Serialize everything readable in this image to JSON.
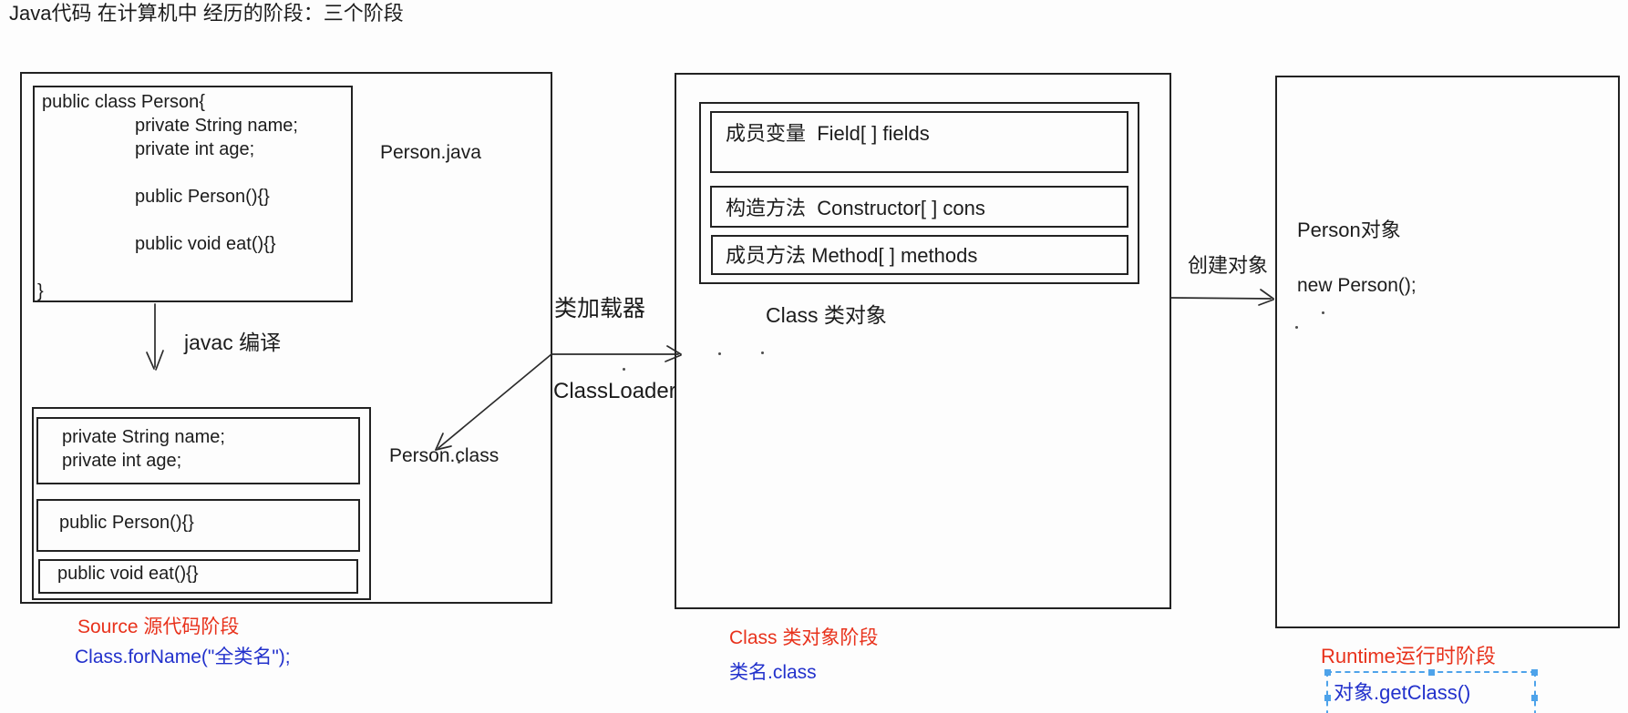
{
  "title": "Java代码 在计算机中 经历的阶段：三个阶段",
  "colors": {
    "stage_red": "#e8321c",
    "code_blue": "#2231cc",
    "selection_blue": "#4ea3ea"
  },
  "source_stage": {
    "file_label": "Person.java",
    "code": {
      "l1": "public class Person{",
      "l2": "private String name;",
      "l3": "private int age;",
      "l4": "public Person(){}",
      "l5": "public void eat(){}",
      "l6": "}"
    },
    "compile_label": "javac 编译",
    "bytecode_label": "Person.class",
    "bytecode": {
      "fields1": "private String name;",
      "fields2": "private int age;",
      "constructor": "public Person(){}",
      "method": "public void eat(){}"
    },
    "stage_label": "Source 源代码阶段",
    "api_label": "Class.forName(\"全类名\");"
  },
  "class_loader": {
    "label_cn": "类加载器",
    "label_en": "ClassLoader"
  },
  "class_stage": {
    "members": [
      {
        "label": "成员变量  Field[ ] fields"
      },
      {
        "label": "构造方法  Constructor[ ] cons"
      },
      {
        "label": "成员方法 Method[ ] methods"
      }
    ],
    "object_label": "Class 类对象",
    "stage_label": "Class 类对象阶段",
    "api_label": "类名.class"
  },
  "create_label": "创建对象",
  "runtime_stage": {
    "object_label": "Person对象",
    "code_label": "new Person();",
    "stage_label": "Runtime运行时阶段",
    "api_label": "对象.getClass()"
  }
}
